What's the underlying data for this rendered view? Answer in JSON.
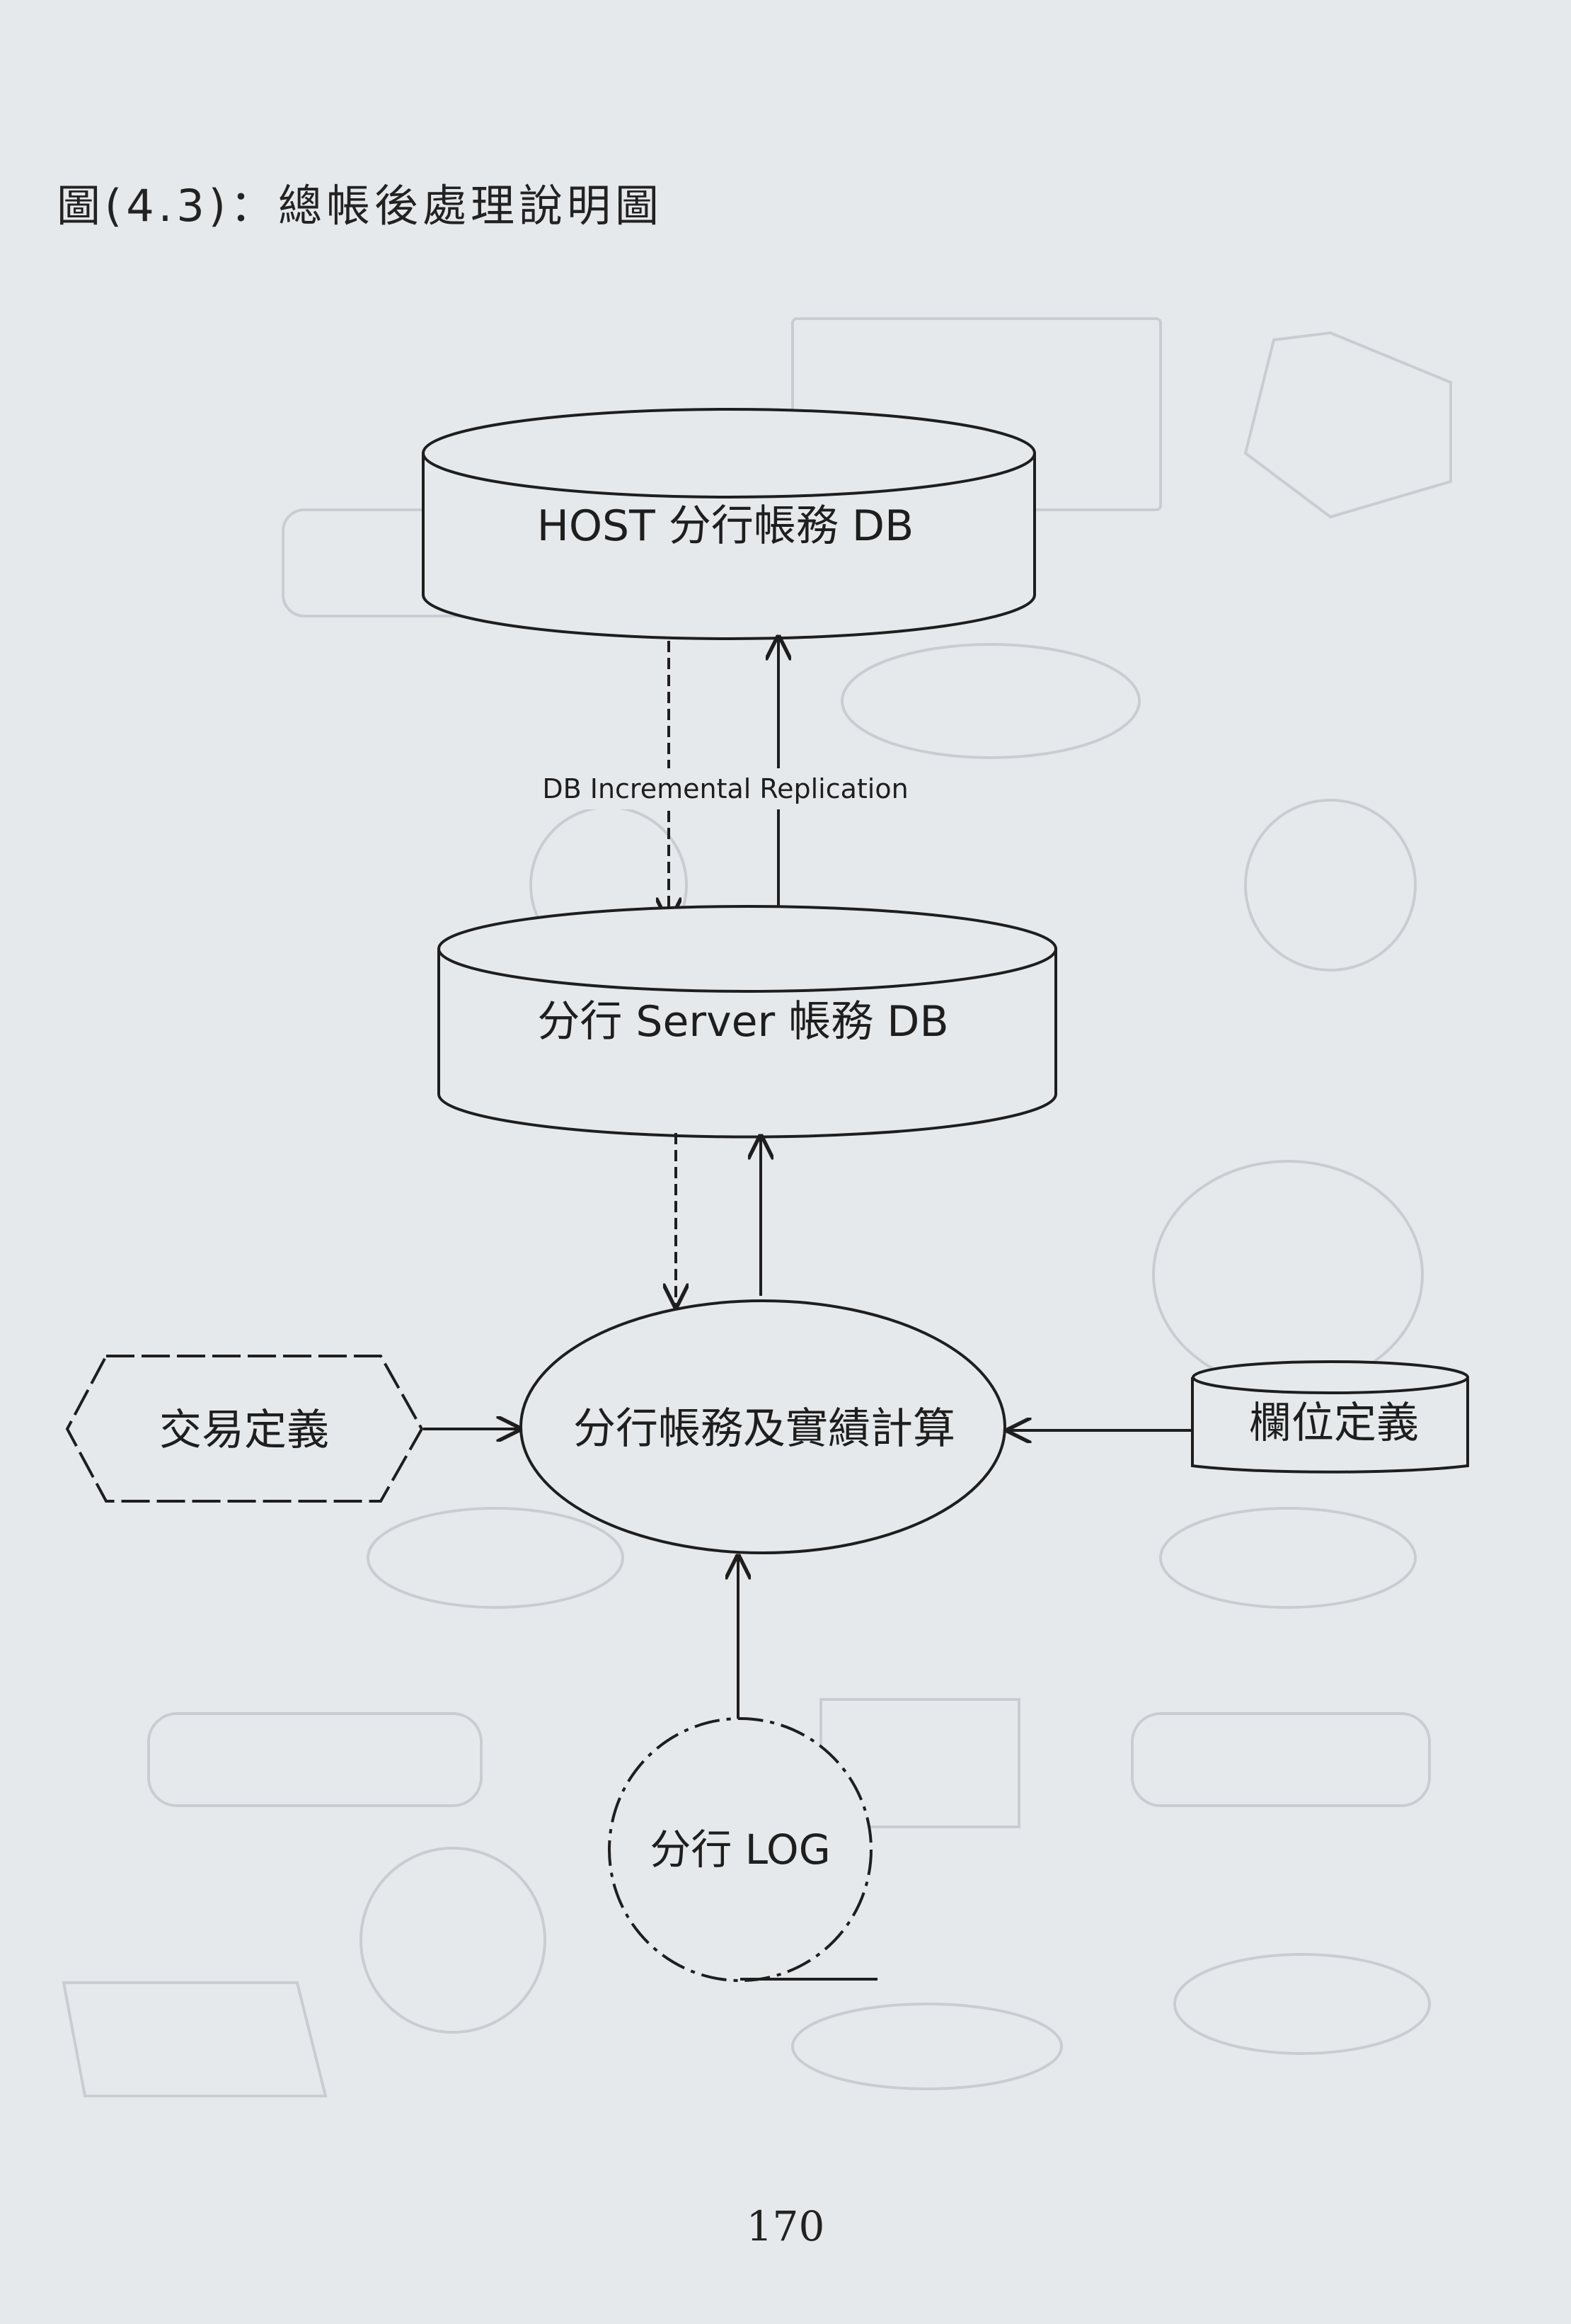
{
  "figure": {
    "caption": "圖(4.3)：總帳後處理說明圖",
    "page_number": "170"
  },
  "diagram": {
    "host_db": "HOST 分行帳務 DB",
    "replication_label": "DB Incremental Replication",
    "server_db": "分行 Server 帳務 DB",
    "process": "分行帳務及實績計算",
    "transaction_def": "交易定義",
    "field_def": "欄位定義",
    "branch_log": "分行 LOG"
  }
}
